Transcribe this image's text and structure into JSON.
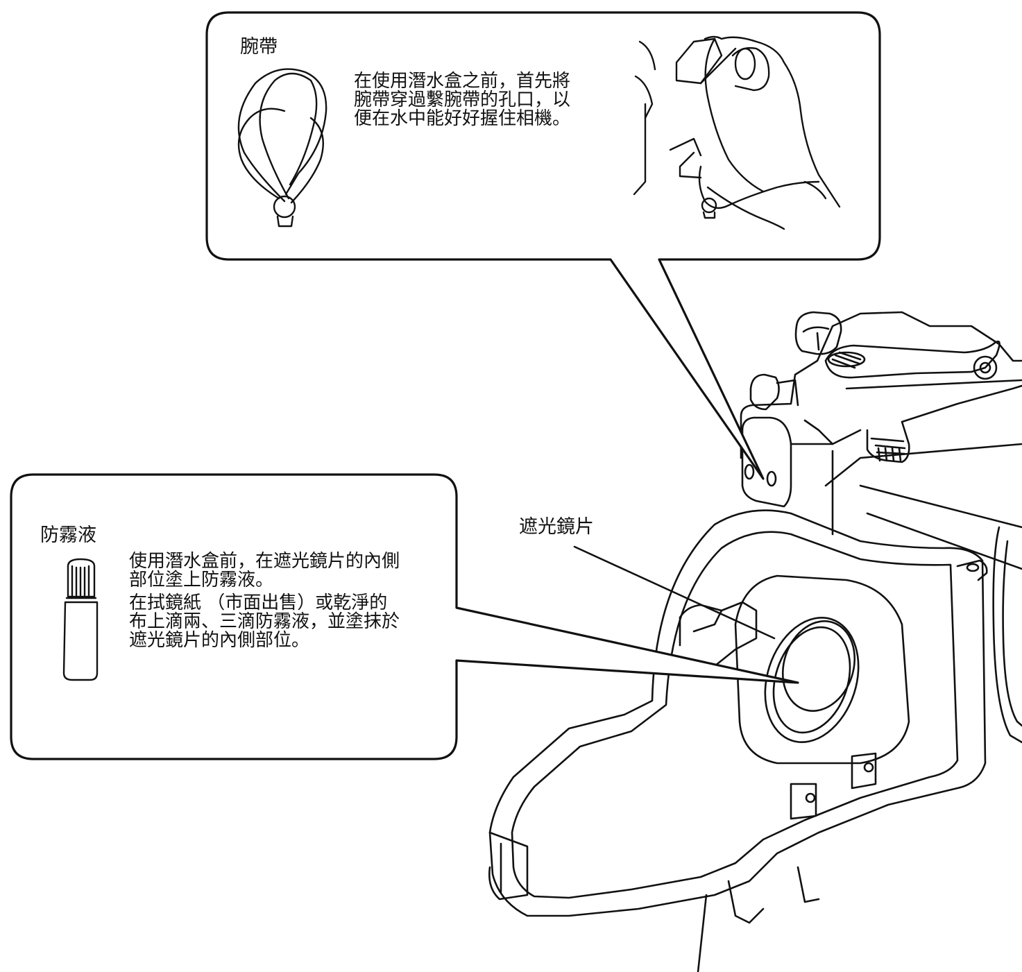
{
  "strap_box": {
    "title": "腕帶",
    "lines": [
      "在使用潛水盒之前，首先將",
      "腕帶穿過繫腕帶的孔口，以",
      "便在水中能好好握住相機。"
    ]
  },
  "antifog_box": {
    "title": "防霧液",
    "lines": [
      "使用潛水盒前，在遮光鏡片的內側",
      "部位塗上防霧液。",
      "在拭鏡紙 （市面出售）或乾淨的",
      "布上滴兩、三滴防霧液，並塗抹於",
      "遮光鏡片的內側部位。"
    ]
  },
  "callout_lens": "遮光鏡片",
  "colors": {
    "line": "#111111",
    "background": "#ffffff"
  },
  "icons": [
    "wrist-strap-icon",
    "hand-holding-camera-icon",
    "antifog-bottle-icon",
    "underwater-housing-illustration"
  ]
}
